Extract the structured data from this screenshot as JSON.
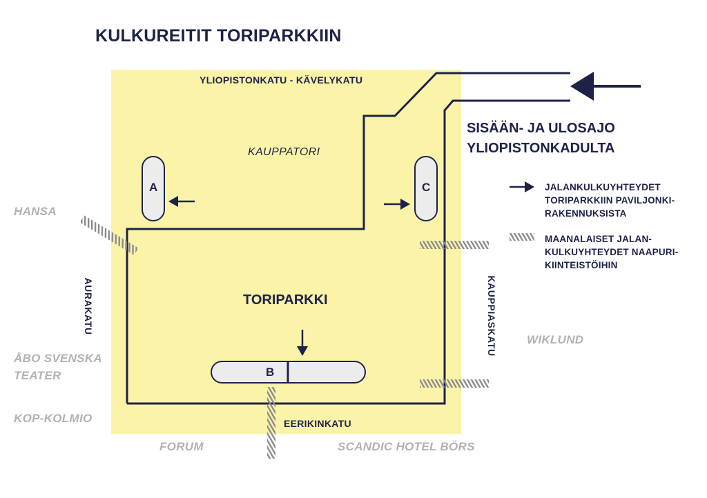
{
  "title": "KULKUREITIT TORIPARKKIIN",
  "colors": {
    "area": "#fbf3a8",
    "ink": "#1d2247",
    "hatch": "#8a8a8d",
    "muted": "#b2b2b5",
    "pavilion": "#ececec"
  },
  "streets": {
    "top": "YLIOPISTONKATU - KÄVELYKATU",
    "left": "AURAKATU",
    "right": "KAUPPIASKATU",
    "bottom": "EERIKINKATU"
  },
  "areas": {
    "market": "KAUPPATORI",
    "parking": "TORIPARKKI"
  },
  "pavilions": [
    "A",
    "B",
    "C"
  ],
  "entry_label": [
    "SISÄÄN- JA ULOSAJO",
    "YLIOPISTONKADULTA"
  ],
  "neighbors": {
    "hansa": "HANSA",
    "abo": [
      "ÅBO SVENSKA",
      "TEATER"
    ],
    "kop": "KOP-KOLMIO",
    "forum": "FORUM",
    "scandic": "SCANDIC HOTEL BÖRS",
    "wiklund": "WIKLUND"
  },
  "legend": [
    {
      "icon": "arrow-icon",
      "lines": [
        "JALANKULKUYHTEYDET",
        "TORIPARKKIIN PAVILJONKI-",
        "RAKENNUKSISTA"
      ]
    },
    {
      "icon": "hatch-icon",
      "lines": [
        "MAANALAISET JALAN-",
        "KULKUYHTEYDET NAAPURI-",
        "KIINTEISTÖIHIN"
      ]
    }
  ]
}
